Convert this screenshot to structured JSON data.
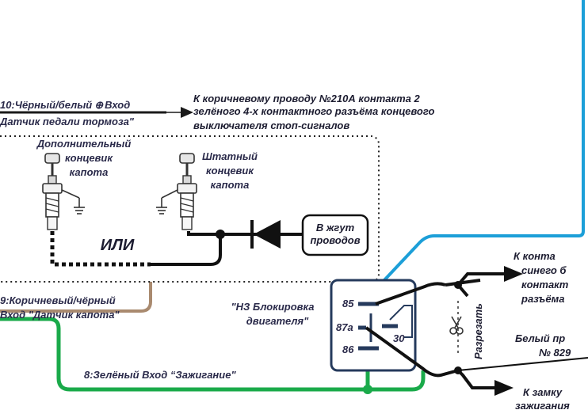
{
  "wires": {
    "brake": {
      "line1": "10:Чёрный/белый",
      "plus": "⊕",
      "line1_end": "Вход",
      "line2": "Датчик педали тормоза\""
    },
    "hood": {
      "line1": "9:Коричневый/чёрный",
      "line2": "Вход \"Датчик капота\""
    },
    "ignition": "8:Зелёный Вход “Зажигание\""
  },
  "notes": {
    "brake_target": [
      "К коричневому проводу №210А контакта 2",
      "зелёного 4-х контактного разъёма концевого",
      "выключателя стоп-сигналов"
    ]
  },
  "switches": {
    "extra": [
      "Дополнительный",
      "концевик",
      "капота"
    ],
    "stock": [
      "Штатный",
      "концевик",
      "капота"
    ],
    "or": "ИЛИ"
  },
  "harness": [
    "В жгут",
    "проводов"
  ],
  "relay": {
    "title": [
      "\"НЗ Блокировка",
      "двигателя\""
    ],
    "pins": {
      "p85": "85",
      "p87a": "87a",
      "p86": "86",
      "p30": "30"
    }
  },
  "right": {
    "contact_note": [
      "К конта",
      "синего б",
      "контакт",
      "разъёма"
    ],
    "cut": "Разрезать",
    "white_wire": [
      "Белый пр",
      "№ 829"
    ],
    "lock": [
      "К замку",
      "зажигания"
    ]
  },
  "colors": {
    "brown": "#a98a6f",
    "green": "#1aaa4a",
    "blue": "#1c9fd8",
    "dark": "#1a1a1a",
    "panel": "#253a5c",
    "text": "#2a2a4a"
  }
}
